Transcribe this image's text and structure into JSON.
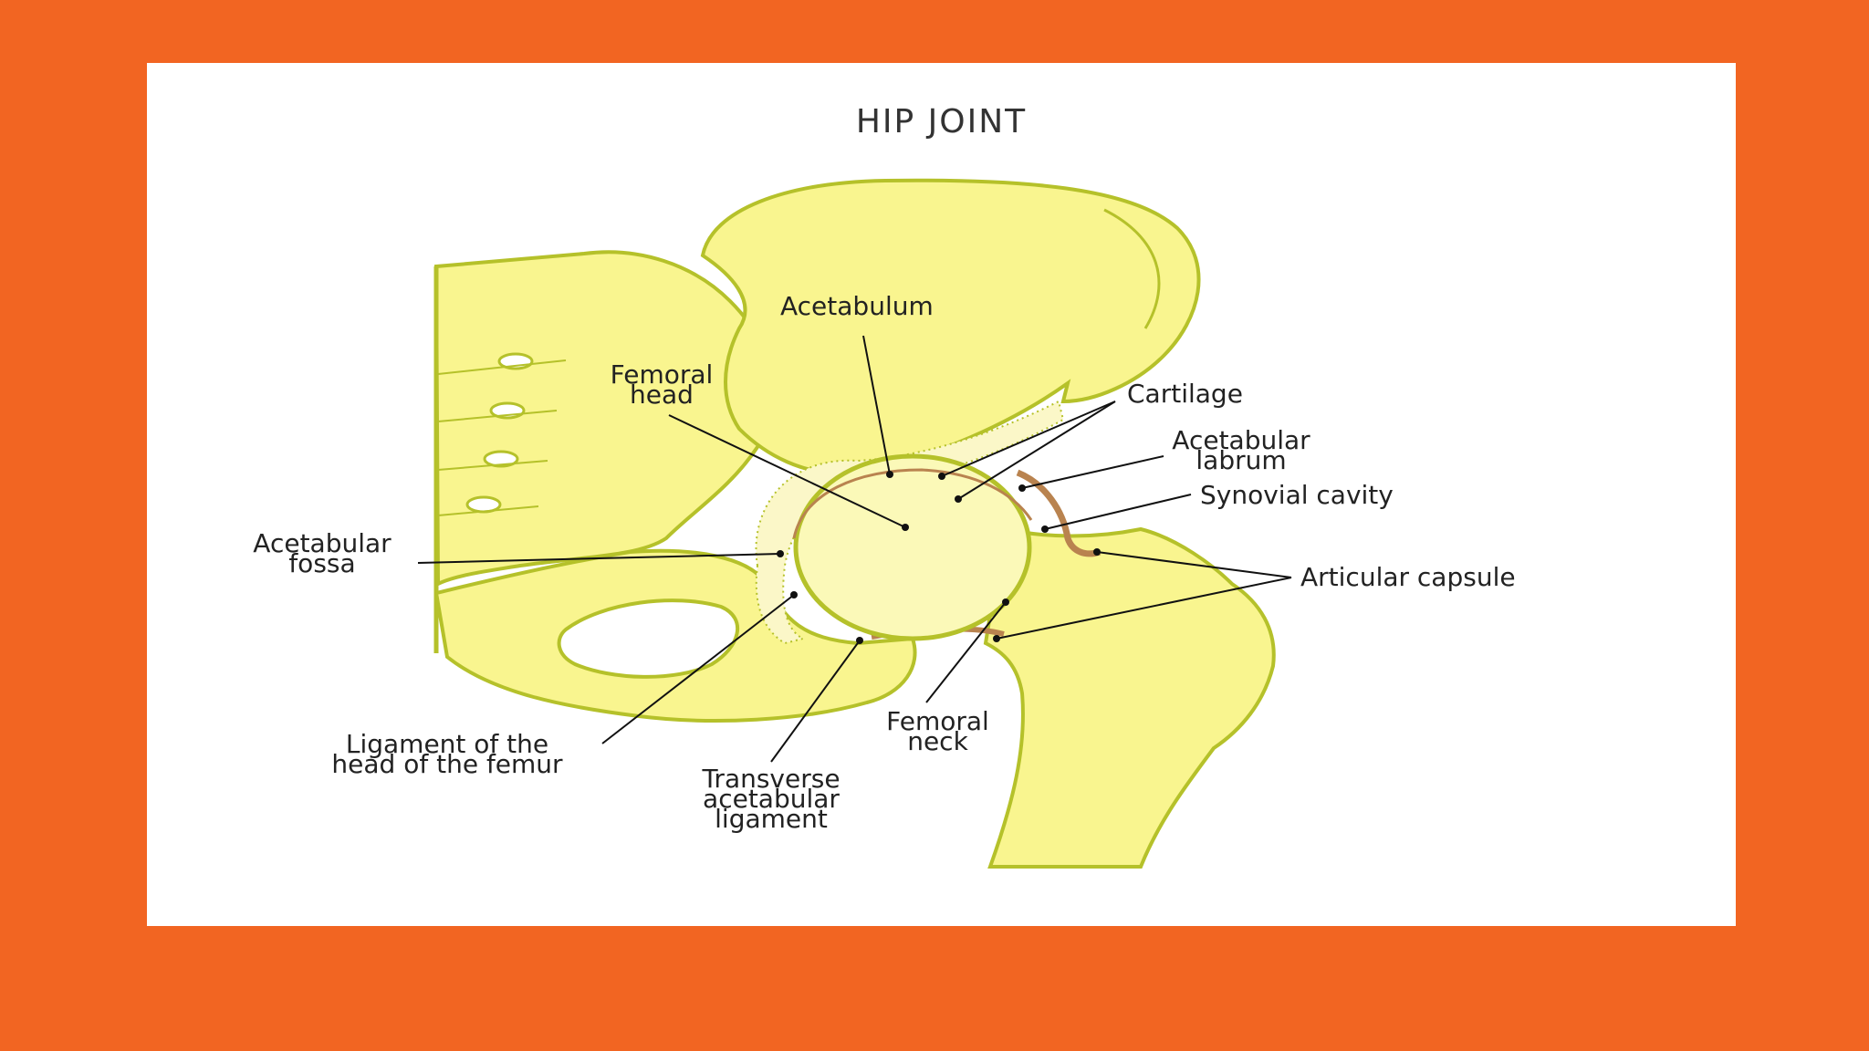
{
  "title": "HIP JOINT",
  "colors": {
    "background": "#f26522",
    "bone": "#f9f58f",
    "outline": "#b5c12a",
    "capsule": "#b9834f"
  },
  "labels": {
    "acetabulum": "Acetabulum",
    "femoral_head_1": "Femoral",
    "femoral_head_2": "head",
    "cartilage": "Cartilage",
    "acetabular_labrum_1": "Acetabular",
    "acetabular_labrum_2": "labrum",
    "synovial_cavity": "Synovial cavity",
    "articular_capsule": "Articular capsule",
    "acetabular_fossa_1": "Acetabular",
    "acetabular_fossa_2": "fossa",
    "ligament_head_femur_1": "Ligament of the",
    "ligament_head_femur_2": "head of the femur",
    "transverse_ligament_1": "Transverse",
    "transverse_ligament_2": "acetabular",
    "transverse_ligament_3": "ligament",
    "femoral_neck_1": "Femoral",
    "femoral_neck_2": "neck"
  }
}
